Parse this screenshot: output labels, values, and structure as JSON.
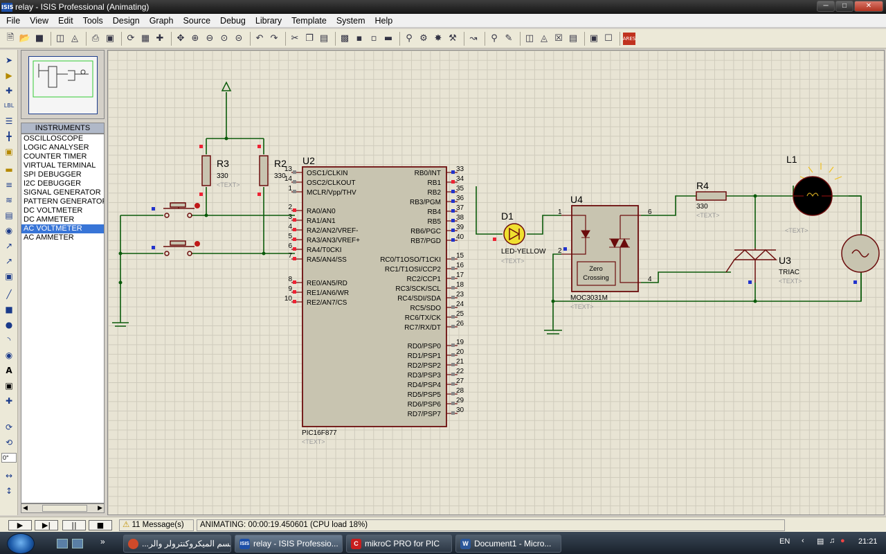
{
  "window": {
    "title": "relay - ISIS Professional (Animating)",
    "app_icon": "ISIS"
  },
  "menu": [
    "File",
    "View",
    "Edit",
    "Tools",
    "Design",
    "Graph",
    "Source",
    "Debug",
    "Library",
    "Template",
    "System",
    "Help"
  ],
  "instruments": {
    "header": "INSTRUMENTS",
    "items": [
      "OSCILLOSCOPE",
      "LOGIC ANALYSER",
      "COUNTER TIMER",
      "VIRTUAL TERMINAL",
      "SPI DEBUGGER",
      "I2C DEBUGGER",
      "SIGNAL GENERATOR",
      "PATTERN GENERATOR",
      "DC VOLTMETER",
      "DC AMMETER",
      "AC VOLTMETER",
      "AC AMMETER"
    ],
    "selected": "AC VOLTMETER"
  },
  "rotation": "0°",
  "status": {
    "messages": "11 Message(s)",
    "animating": "ANIMATING: 00:00:19.450601 (CPU load 18%)"
  },
  "schematic": {
    "text_placeholder": "<TEXT>",
    "r3": {
      "ref": "R3",
      "value": "330"
    },
    "r2": {
      "ref": "R2",
      "value": "330"
    },
    "u2": {
      "ref": "U2",
      "part": "PIC16F877"
    },
    "u2_left_pins": [
      {
        "num": "13",
        "name": "OSC1/CLKIN"
      },
      {
        "num": "14",
        "name": "OSC2/CLKOUT"
      },
      {
        "num": "1",
        "name": "MCLR/Vpp/THV"
      },
      {
        "num": "2",
        "name": "RA0/AN0"
      },
      {
        "num": "3",
        "name": "RA1/AN1"
      },
      {
        "num": "4",
        "name": "RA2/AN2/VREF-"
      },
      {
        "num": "5",
        "name": "RA3/AN3/VREF+"
      },
      {
        "num": "6",
        "name": "RA4/T0CKI"
      },
      {
        "num": "7",
        "name": "RA5/AN4/SS"
      },
      {
        "num": "8",
        "name": "RE0/AN5/RD"
      },
      {
        "num": "9",
        "name": "RE1/AN6/WR"
      },
      {
        "num": "10",
        "name": "RE2/AN7/CS"
      }
    ],
    "u2_right_pins": [
      {
        "num": "33",
        "name": "RB0/INT"
      },
      {
        "num": "34",
        "name": "RB1"
      },
      {
        "num": "35",
        "name": "RB2"
      },
      {
        "num": "36",
        "name": "RB3/PGM"
      },
      {
        "num": "37",
        "name": "RB4"
      },
      {
        "num": "38",
        "name": "RB5"
      },
      {
        "num": "39",
        "name": "RB6/PGC"
      },
      {
        "num": "40",
        "name": "RB7/PGD"
      },
      {
        "num": "15",
        "name": "RC0/T1OSO/T1CKI"
      },
      {
        "num": "16",
        "name": "RC1/T1OSI/CCP2"
      },
      {
        "num": "17",
        "name": "RC2/CCP1"
      },
      {
        "num": "18",
        "name": "RC3/SCK/SCL"
      },
      {
        "num": "23",
        "name": "RC4/SDI/SDA"
      },
      {
        "num": "24",
        "name": "RC5/SDO"
      },
      {
        "num": "25",
        "name": "RC6/TX/CK"
      },
      {
        "num": "26",
        "name": "RC7/RX/DT"
      },
      {
        "num": "19",
        "name": "RD0/PSP0"
      },
      {
        "num": "20",
        "name": "RD1/PSP1"
      },
      {
        "num": "21",
        "name": "RD2/PSP2"
      },
      {
        "num": "22",
        "name": "RD3/PSP3"
      },
      {
        "num": "27",
        "name": "RD4/PSP4"
      },
      {
        "num": "28",
        "name": "RD5/PSP5"
      },
      {
        "num": "29",
        "name": "RD6/PSP6"
      },
      {
        "num": "30",
        "name": "RD7/PSP7"
      }
    ],
    "d1": {
      "ref": "D1",
      "part": "LED-YELLOW"
    },
    "u4": {
      "ref": "U4",
      "part": "MOC3031M",
      "inner_label_1": "Zero",
      "inner_label_2": "Crossing",
      "pin1": "1",
      "pin2": "2",
      "pin6": "6",
      "pin4": "4"
    },
    "r4": {
      "ref": "R4",
      "value": "330"
    },
    "l1": {
      "ref": "L1"
    },
    "u3": {
      "ref": "U3",
      "part": "TRIAC"
    }
  },
  "taskbar": {
    "tasks": [
      {
        "label": "قسم الميكروكنترولر والر...",
        "icon": "chrome-icon",
        "color": "#d04a2a"
      },
      {
        "label": "relay - ISIS Professio...",
        "icon": "isis-icon",
        "color": "#1d4fa8"
      },
      {
        "label": "mikroC PRO for PIC",
        "icon": "mikroc-icon",
        "color": "#c81e1e"
      },
      {
        "label": "Document1 - Micro...",
        "icon": "word-icon",
        "color": "#2b579a"
      }
    ],
    "lang": "EN",
    "clock": "21:21"
  }
}
